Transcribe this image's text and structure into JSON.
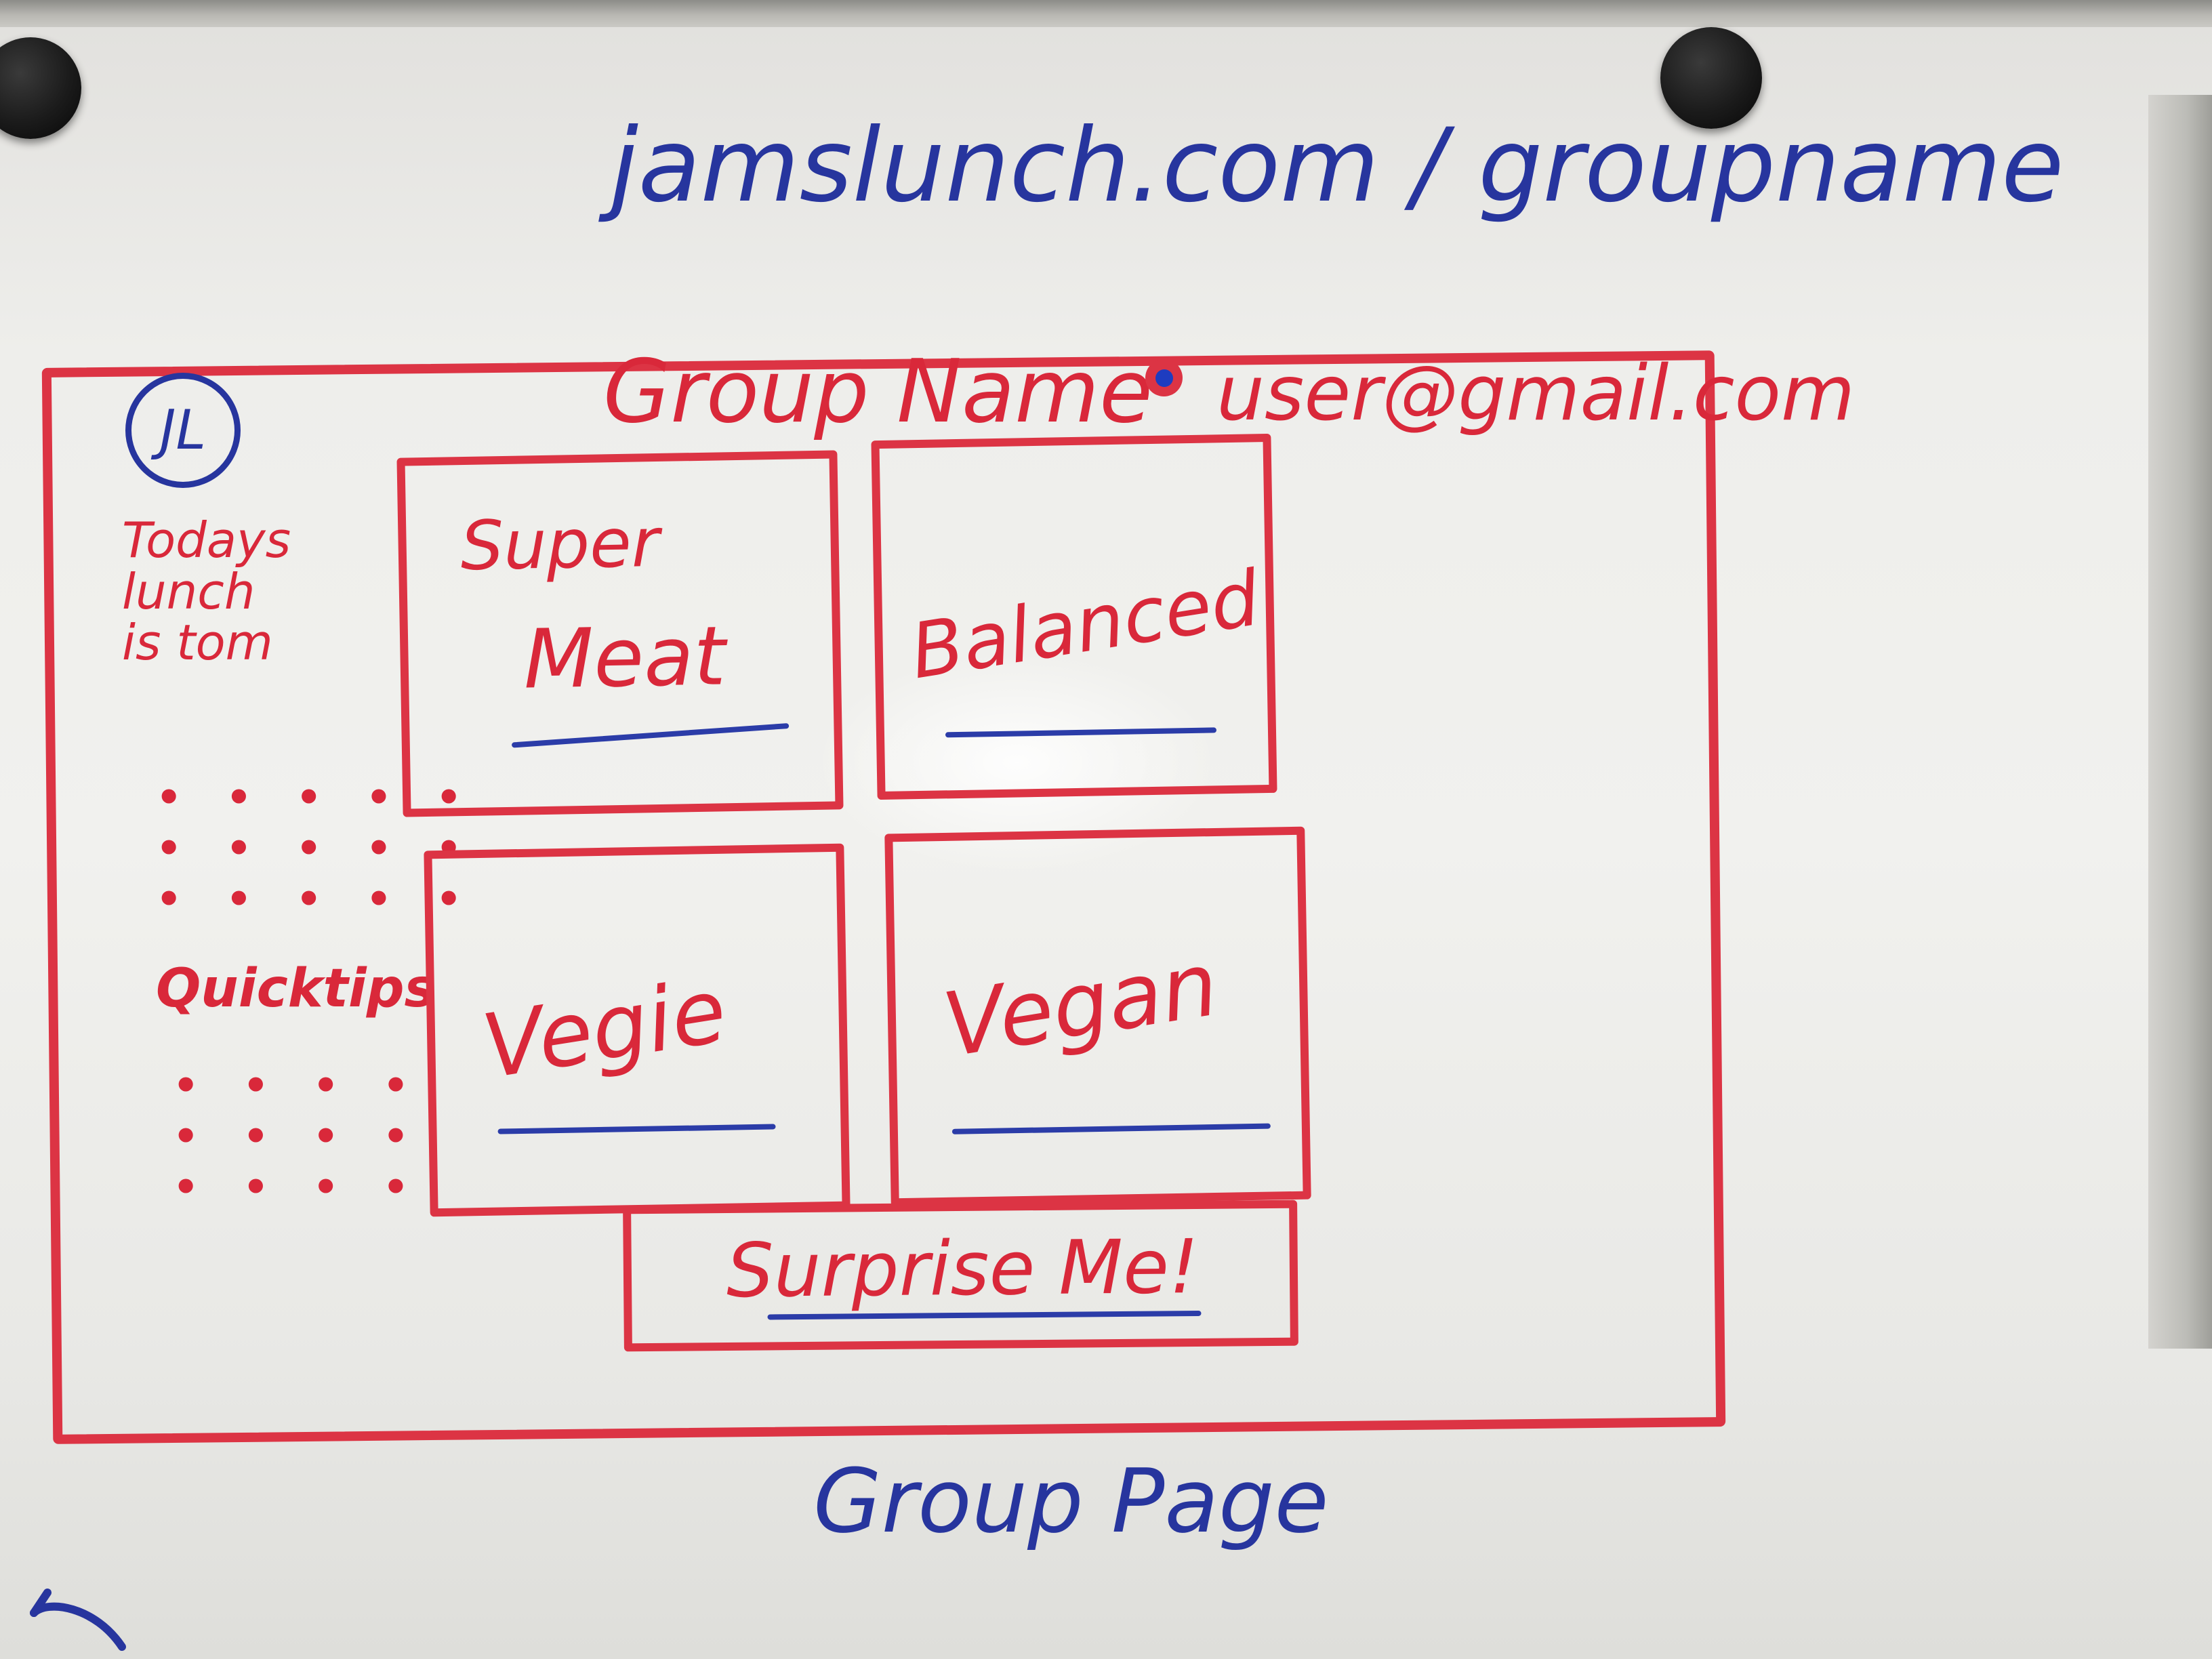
{
  "board": {
    "url_text": "jamslunch.com / groupname",
    "caption": "Group Page"
  },
  "wireframe": {
    "logo": "JL",
    "group_name": "Group Name",
    "user_email": "user@gmail.com",
    "sidebar": {
      "today_lines": [
        "Todays",
        "lunch",
        "is tom"
      ],
      "placeholder_rows_1": [
        "• • • • •",
        "• • • • •",
        "• • • • •"
      ],
      "quicktips": "Quicktips",
      "placeholder_rows_2": [
        "• • • •",
        "• • • •",
        "• • • •"
      ]
    },
    "cards": [
      {
        "top": "Super",
        "label": "Meat"
      },
      {
        "label": "Balanced"
      },
      {
        "label": "Vegie"
      },
      {
        "label": "Vegan"
      }
    ],
    "surprise_button": "Surprise Me!"
  },
  "colors": {
    "red_marker": "#dc3444",
    "blue_marker": "#27359e"
  }
}
